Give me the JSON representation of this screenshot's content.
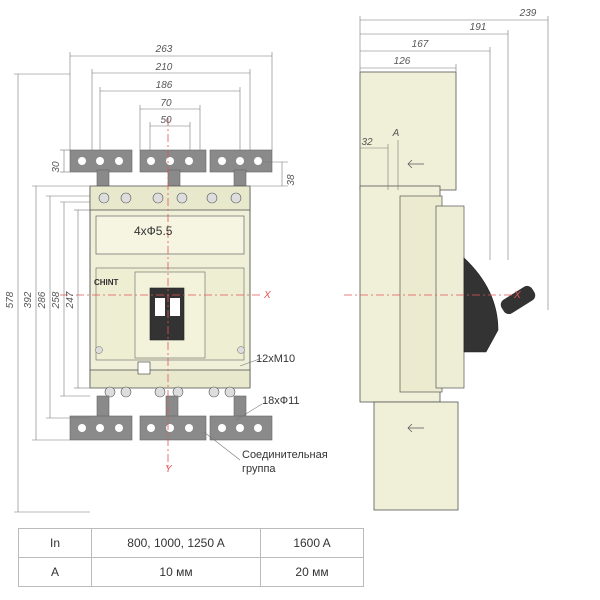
{
  "front_view": {
    "dims_horizontal": [
      "263",
      "210",
      "186",
      "70",
      "50"
    ],
    "dims_vertical_left": [
      "578",
      "392",
      "286",
      "258",
      "247"
    ],
    "dim_30": "30",
    "dim_38": "38",
    "hole_label": "4xФ5.5",
    "brand": "CHINT",
    "bolt_label": "12xM10",
    "hole_label_2": "18xФ11",
    "group_label_line1": "Соединительная",
    "group_label_line2": "группа",
    "axis_x": "X",
    "axis_y": "Y"
  },
  "side_view": {
    "dims_horizontal": [
      "239",
      "191",
      "167",
      "126"
    ],
    "dim_32": "32",
    "section_label": "A",
    "axis_x": "X"
  },
  "table": {
    "rows": [
      [
        "In",
        "800, 1000, 1250 A",
        "1600 A"
      ],
      [
        "A",
        "10 мм",
        "20 мм"
      ]
    ]
  },
  "colors": {
    "body_fill": "#f0f0d8",
    "busbar_fill": "#8a8a8a",
    "line": "#555555",
    "axis": "#e05555"
  }
}
